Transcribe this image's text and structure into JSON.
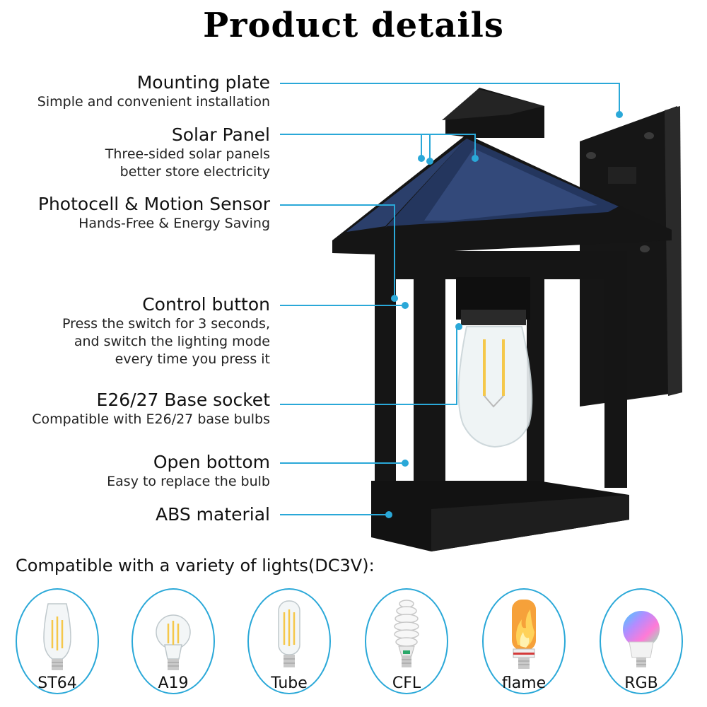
{
  "header": {
    "title": "Product details"
  },
  "features": [
    {
      "id": "mounting-plate",
      "title": "Mounting plate",
      "description": [
        "Simple and convenient installation"
      ]
    },
    {
      "id": "solar-panel",
      "title": "Solar Panel",
      "description": [
        "Three-sided solar panels",
        "better store electricity"
      ]
    },
    {
      "id": "photocell-motion-sensor",
      "title": "Photocell & Motion Sensor",
      "description": [
        "Hands-Free & Energy Saving"
      ]
    },
    {
      "id": "control-button",
      "title": "Control button",
      "description": [
        "Press the switch for 3 seconds,",
        "and switch the lighting mode",
        "every time you press it"
      ]
    },
    {
      "id": "base-socket",
      "title": "E26/27 Base socket",
      "description": [
        "Compatible with E26/27 base bulbs"
      ]
    },
    {
      "id": "open-bottom",
      "title": "Open bottom",
      "description": [
        "Easy to replace the bulb"
      ]
    },
    {
      "id": "abs-material",
      "title": "ABS material",
      "description": []
    }
  ],
  "compatibility": {
    "heading": "Compatible with a variety of lights(DC3V):",
    "bulbs": [
      {
        "label": "ST64",
        "icon": "st64-bulb-icon"
      },
      {
        "label": "A19",
        "icon": "a19-bulb-icon"
      },
      {
        "label": "Tube",
        "icon": "tube-bulb-icon"
      },
      {
        "label": "CFL",
        "icon": "cfl-bulb-icon"
      },
      {
        "label": "flame",
        "icon": "flame-bulb-icon"
      },
      {
        "label": "RGB",
        "icon": "rgb-bulb-icon"
      }
    ]
  },
  "colors": {
    "accent": "#2aa8d8",
    "lamp_body": "#1c1c1c",
    "solar_panel": "#2b3f6b",
    "filament": "#f5c84a"
  }
}
